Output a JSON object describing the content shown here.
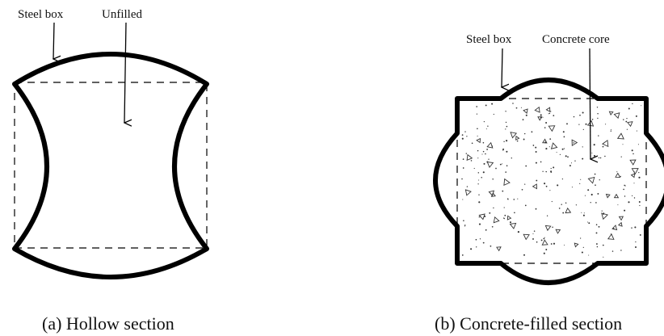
{
  "panel_a": {
    "label_steel": "Steel box",
    "label_fill": "Unfilled",
    "caption": "(a)  Hollow section"
  },
  "panel_b": {
    "label_steel": "Steel box",
    "label_fill": "Concrete core",
    "caption": "(b) Concrete-filled section"
  }
}
